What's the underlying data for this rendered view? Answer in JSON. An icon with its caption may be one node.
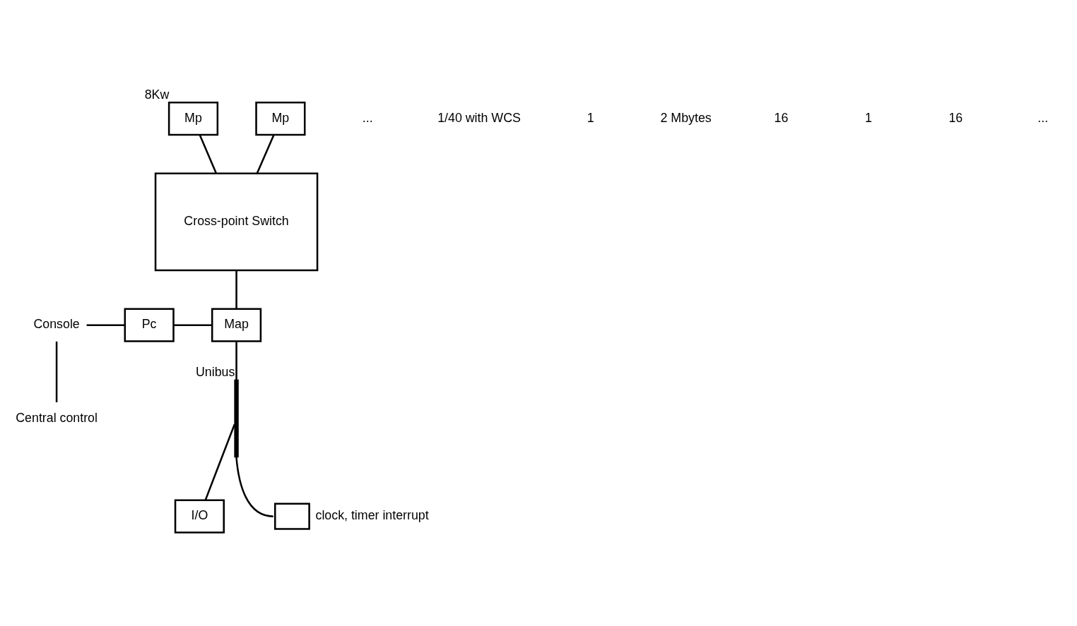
{
  "diagram": {
    "nodes": [
      {
        "text": [
          "Mp"
        ],
        "beside": [
          "8Kw"
        ]
      },
      {
        "text": [
          "Mp"
        ]
      },
      {
        "text": [
          "Cross-point Switch"
        ]
      },
      {
        "text": [
          "Console"
        ]
      },
      {
        "text": [
          "Pc"
        ]
      },
      {
        "text": [
          "Map"
        ]
      },
      {
        "text": [
          "Central control"
        ]
      },
      {
        "text": [],
        "shape": "bar",
        "beside": [
          "Unibus"
        ]
      },
      {
        "text": [
          "I/O"
        ]
      },
      {
        "text": [],
        "shape": "box",
        "beside": [
          "clock, timer interrupt"
        ]
      }
    ],
    "edges": [
      {
        "from": 0,
        "to": 2,
        "arrow": "none"
      },
      {
        "from": 1,
        "to": 2,
        "arrow": "none"
      },
      {
        "from": 2,
        "to": 5,
        "arrow": "none"
      },
      {
        "from": 3,
        "to": 4,
        "arrow": "none"
      },
      {
        "from": 4,
        "to": 5,
        "arrow": "none"
      },
      {
        "from": 3,
        "to": 6,
        "arrow": "none"
      },
      {
        "from": 5,
        "to": 7,
        "arrow": "none"
      },
      {
        "from": 7,
        "to": 8,
        "arrow": "none"
      },
      {
        "from": 7,
        "to": 9,
        "arrow": "none"
      }
    ],
    "labels": [
      "...",
      "1/40 with WCS",
      "1",
      "2 Mbytes",
      "16",
      "1",
      "16",
      "..."
    ]
  }
}
